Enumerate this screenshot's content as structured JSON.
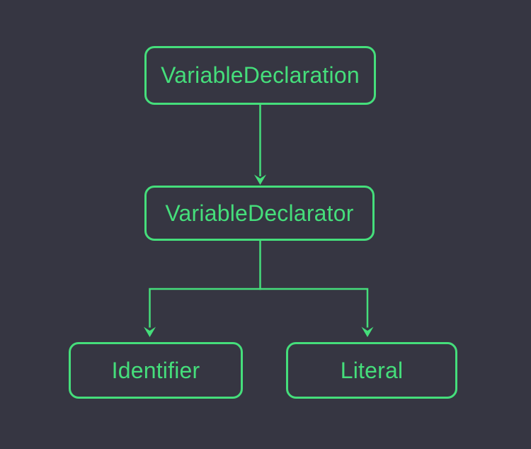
{
  "page": {
    "background_color": "#363642",
    "accent_color": "#45de7b"
  },
  "diagram": {
    "type": "tree",
    "nodes": [
      {
        "id": "variable-declaration",
        "label": "VariableDeclaration"
      },
      {
        "id": "variable-declarator",
        "label": "VariableDeclarator"
      },
      {
        "id": "identifier",
        "label": "Identifier"
      },
      {
        "id": "literal",
        "label": "Literal"
      }
    ],
    "edges": [
      {
        "from": "VariableDeclaration",
        "to": "VariableDeclarator"
      },
      {
        "from": "VariableDeclarator",
        "to": "Identifier"
      },
      {
        "from": "VariableDeclarator",
        "to": "Literal"
      }
    ]
  }
}
